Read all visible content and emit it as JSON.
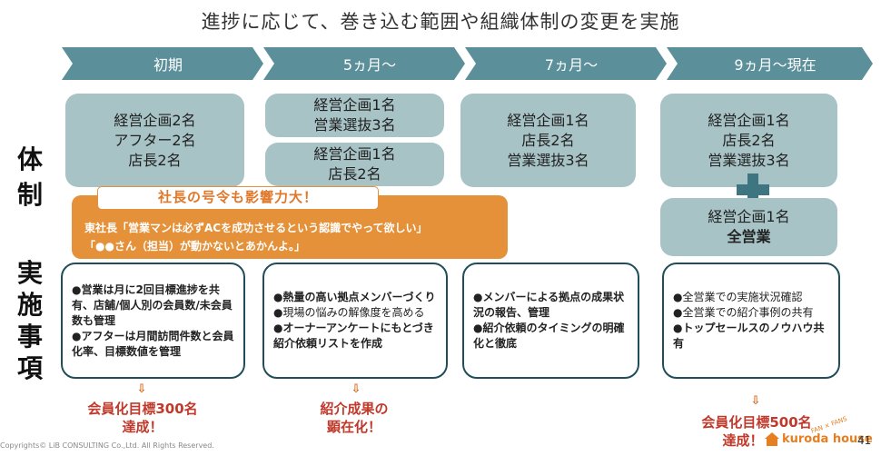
{
  "title": "進捗に応じて、巻き込む範囲や組織体制の変更を実施",
  "phases": [
    "初期",
    "5ヵ月〜",
    "7ヵ月〜",
    "9ヵ月〜現在"
  ],
  "labels": {
    "structure": [
      "体",
      "制"
    ],
    "actions": [
      "実",
      "施",
      "事",
      "項"
    ]
  },
  "structure": {
    "initial": [
      "経営企画2名",
      "アフター2名",
      "店長2名"
    ],
    "m5_top": [
      "経営企画1名",
      "営業選抜3名"
    ],
    "m5_bottom": [
      "経営企画1名",
      "店長2名"
    ],
    "m7": [
      "経営企画1名",
      "店長2名",
      "営業選抜3名"
    ],
    "m9_top": [
      "経営企画1名",
      "店長2名",
      "営業選抜3名"
    ],
    "m9_bottom": [
      "経営企画1名",
      "全営業"
    ]
  },
  "callout": {
    "title": "社長の号令も影響力大！",
    "lines": [
      "東社長「営業マンは必ずACを成功させるという認識でやって欲しい」",
      "「●●さん（担当）が動かないとあかんよ。」"
    ]
  },
  "actions": {
    "initial": [
      "●営業は月に2回目標進捗を共有、店舗/個人別の会員数/未会員数も管理",
      "●アフターは月間訪問件数と会員化率、目標数値を管理"
    ],
    "m5": [
      "●熱量の高い拠点メンバーづくり",
      "●現場の悩みの解像度を高める",
      "●オーナーアンケートにもとづき紹介依頼リストを作成"
    ],
    "m7": [
      "●メンバーによる拠点の成果状況の報告、管理",
      "●紹介依頼のタイミングの明確化と徹底"
    ],
    "m9": [
      "●全営業での実施状況確認",
      "●全営業での紹介事例の共有",
      "●トップセールスのノウハウ共有"
    ]
  },
  "results": {
    "arrow": "⇩",
    "initial": [
      "会員化目標300名",
      "達成！"
    ],
    "m5": [
      "紹介成果の",
      "顕在化！"
    ],
    "m9": [
      "会員化目標500名",
      "達成！"
    ]
  },
  "footer": {
    "copyright": "Copyrights© LiB CONSULTING Co.,Ltd.  All Rights Reserved.",
    "brand": "kuroda house",
    "brand_tag": "FAN × FANS",
    "page": "41"
  },
  "colors": {
    "phase": "#5b8f9a",
    "box": "#a7c3c6",
    "orange": "#e5913a",
    "result": "#c0392b",
    "card_border": "#1f4e5a"
  }
}
